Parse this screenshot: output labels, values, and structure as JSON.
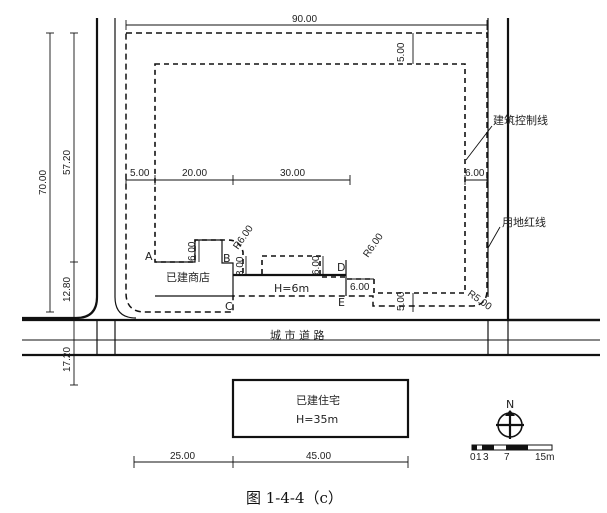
{
  "dimensions": {
    "top_width": "90.00",
    "top_setback": "5.00",
    "left_height": "70.00",
    "left_upper": "57.20",
    "left_lower": "12.80",
    "road_width": "17.20",
    "left_setback": "5.00",
    "seg_20": "20.00",
    "seg_30": "30.00",
    "right_setback": "6.00",
    "bottom_setback": "5.00",
    "shop_depth": "6.00",
    "step_3": "3.00",
    "step_6a": "6.00",
    "step_6b": "6.00",
    "radius_1": "R6.00",
    "radius_2": "R6.00",
    "radius_3": "R5.00",
    "bottom_left": "25.00",
    "bottom_right": "45.00"
  },
  "labels": {
    "control_line": "建筑控制线",
    "red_line": "用地红线",
    "shop": "已建商店",
    "shop_height": "H=6m",
    "road": "城 市 道 路",
    "residence": "已建住宅",
    "residence_height": "H=35m",
    "north": "N",
    "point_a": "A",
    "point_b": "B",
    "point_c": "C",
    "point_d": "D",
    "point_e": "E"
  },
  "scale": {
    "t0": "0",
    "t1": "1",
    "t3": "3",
    "t7": "7",
    "t15": "15m"
  },
  "caption": "图 1-4-4（c）"
}
